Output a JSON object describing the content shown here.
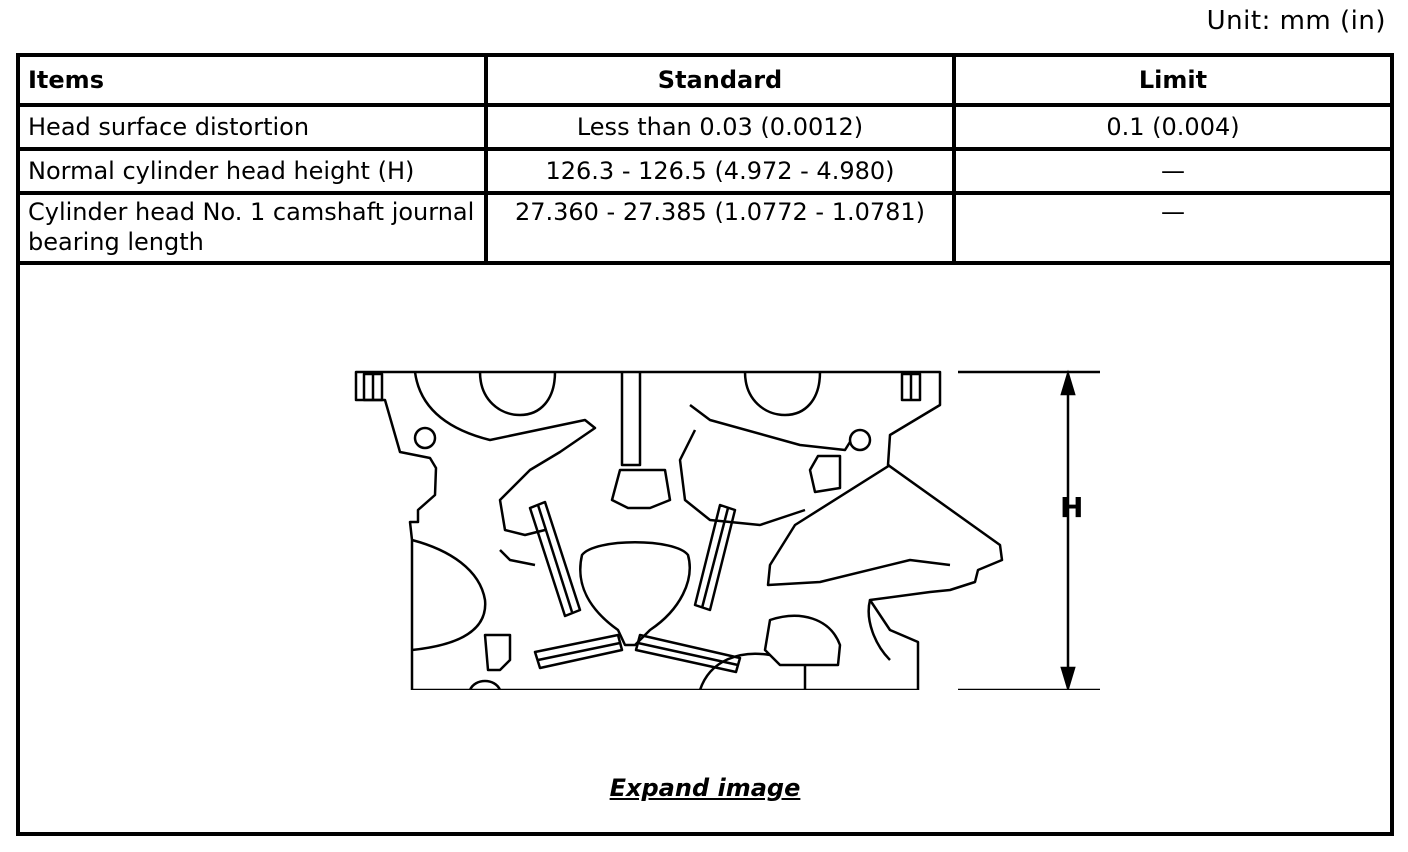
{
  "unit_label": "Unit: mm (in)",
  "table": {
    "headers": [
      "Items",
      "Standard",
      "Limit"
    ],
    "rows": [
      {
        "item": "Head surface distortion",
        "standard": "Less than 0.03 (0.0012)",
        "limit": "0.1 (0.004)"
      },
      {
        "item": "Normal cylinder head height (H)",
        "standard": "126.3 - 126.5 (4.972 - 4.980)",
        "limit": "—"
      },
      {
        "item": "Cylinder head No. 1 camshaft journal bearing length",
        "standard": "27.360 - 27.385 (1.0772 - 1.0781)",
        "limit": "—"
      }
    ]
  },
  "figure": {
    "dimension_label": "H",
    "expand_link": "Expand image"
  }
}
